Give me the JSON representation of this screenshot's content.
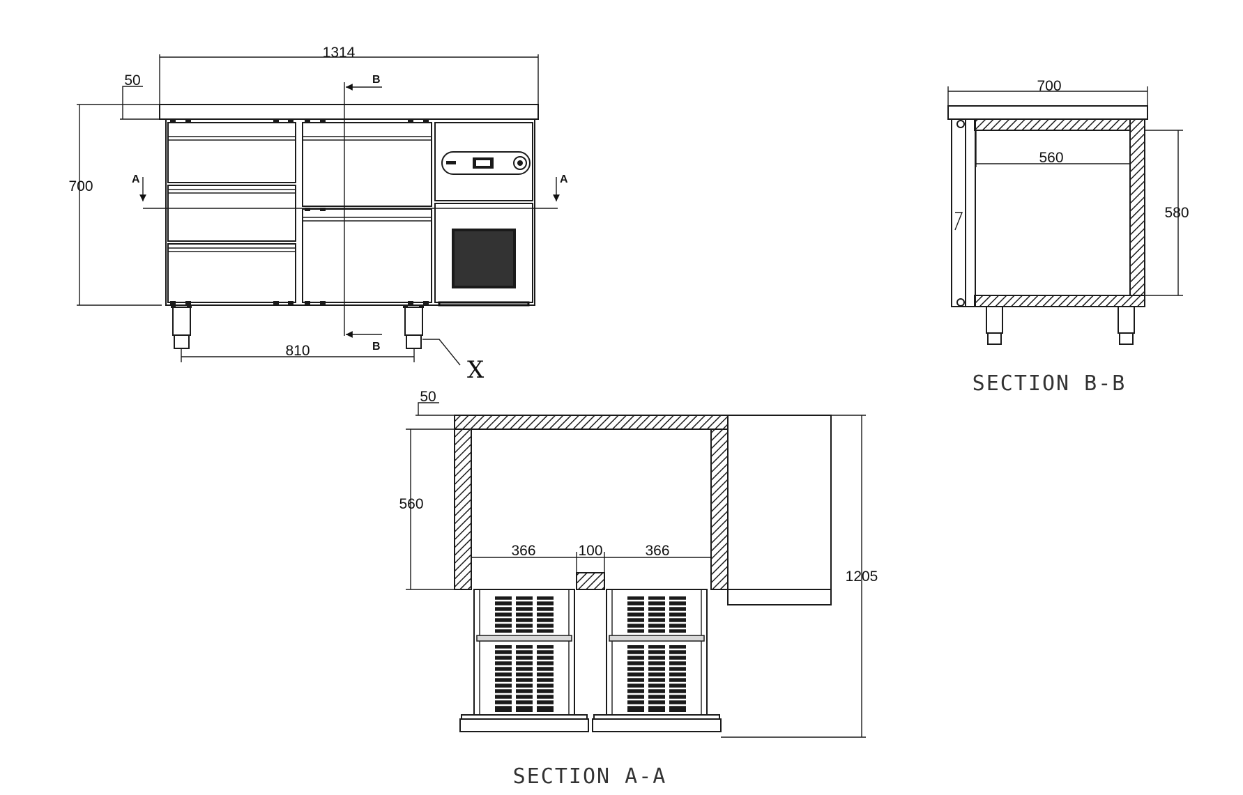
{
  "front_view": {
    "dim_overall_width": "1314",
    "dim_worktop": "50",
    "dim_height": "700",
    "dim_leg_spacing": "810",
    "cut_a": "A",
    "cut_b": "B",
    "detail_label": "X"
  },
  "section_b": {
    "title": "SECTION B-B",
    "dim_depth": "700",
    "dim_inner_depth": "560",
    "dim_inner_height": "580"
  },
  "section_a": {
    "title": "SECTION A-A",
    "dim_worktop": "50",
    "dim_inner_height": "560",
    "dim_drawer_left": "366",
    "dim_divider": "100",
    "dim_drawer_right": "366",
    "dim_total_height": "1205"
  }
}
